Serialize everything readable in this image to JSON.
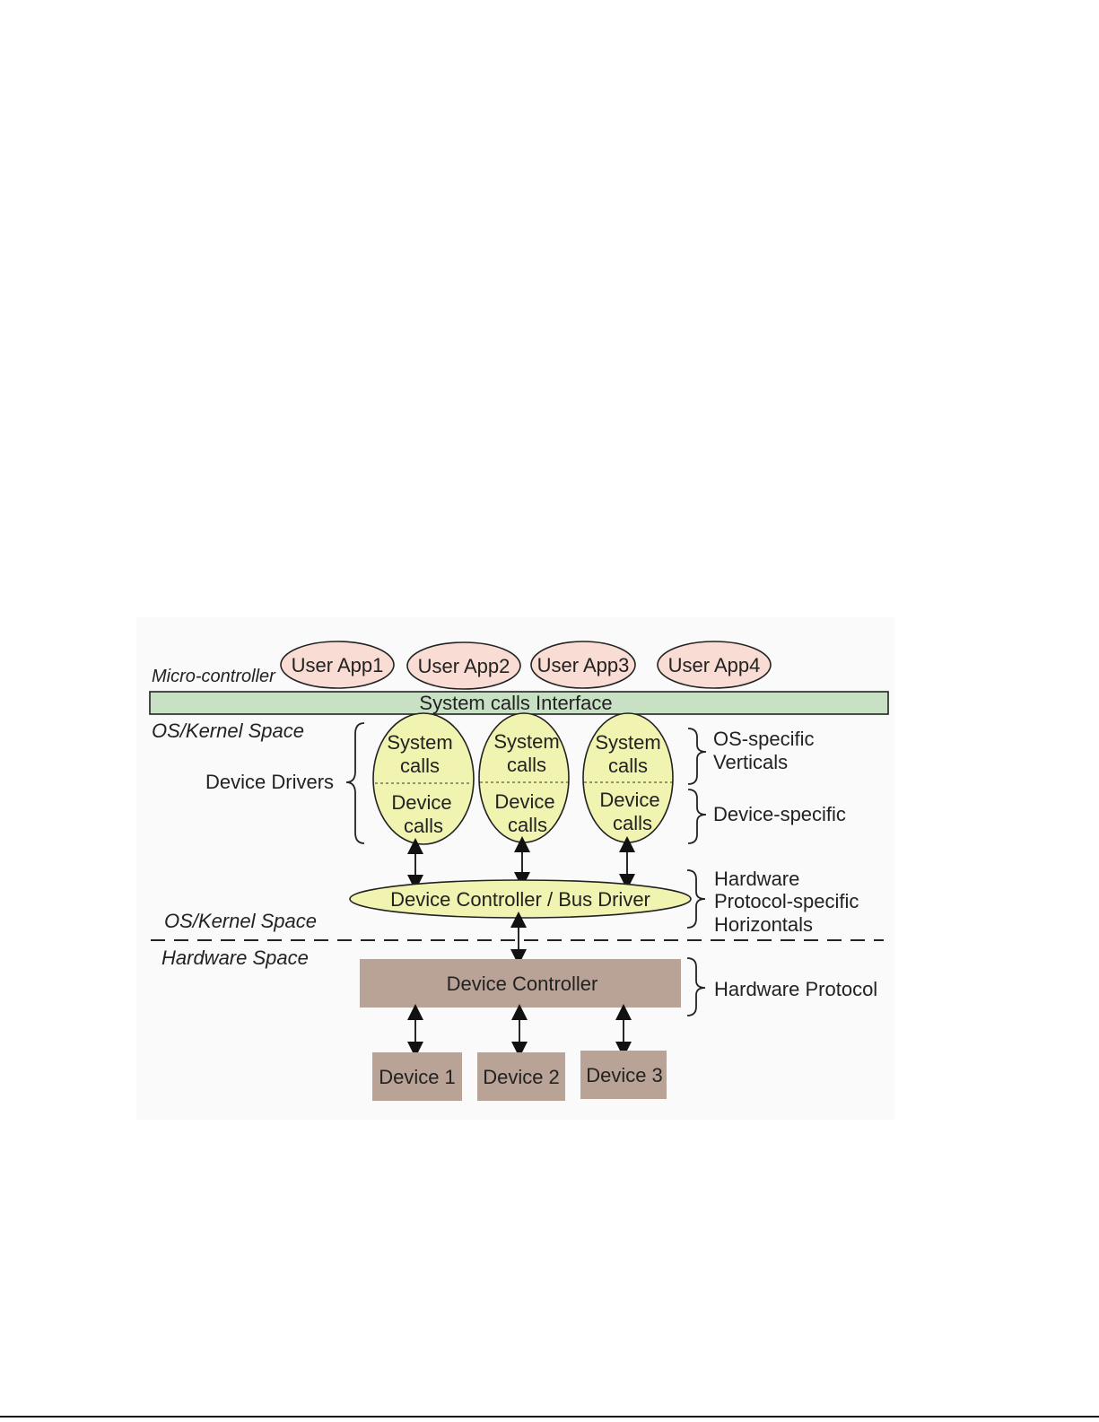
{
  "layers": {
    "micro_controller": "Micro-controller",
    "os_kernel_top": "OS/Kernel Space",
    "os_kernel_bottom": "OS/Kernel Space",
    "hardware_space": "Hardware Space"
  },
  "user_apps": [
    "User App1",
    "User App2",
    "User App3",
    "User App4"
  ],
  "system_calls_interface": "System calls Interface",
  "device_drivers_label": "Device Drivers",
  "drivers": [
    {
      "top_line1": "System",
      "top_line2": "calls",
      "bottom_line1": "Device",
      "bottom_line2": "calls"
    },
    {
      "top_line1": "System",
      "top_line2": "calls",
      "bottom_line1": "Device",
      "bottom_line2": "calls"
    },
    {
      "top_line1": "System",
      "top_line2": "calls",
      "bottom_line1": "Device",
      "bottom_line2": "calls"
    }
  ],
  "bus_driver": "Device Controller / Bus Driver",
  "device_controller": "Device Controller",
  "devices": [
    "Device 1",
    "Device 2",
    "Device 3"
  ],
  "right_labels": {
    "os_specific_line1": "OS-specific",
    "os_specific_line2": "Verticals",
    "device_specific": "Device-specific",
    "hw_protocol_specific_line1": "Hardware",
    "hw_protocol_specific_line2": "Protocol-specific",
    "hw_protocol_specific_line3": "Horizontals",
    "hardware_protocol": "Hardware Protocol"
  },
  "colors": {
    "user_app_fill": "#f9dcd4",
    "sys_interface_fill": "#c8e0c4",
    "driver_fill": "#f1f3b0",
    "hardware_fill": "#b9a397",
    "diagram_bg": "#fafafa"
  }
}
